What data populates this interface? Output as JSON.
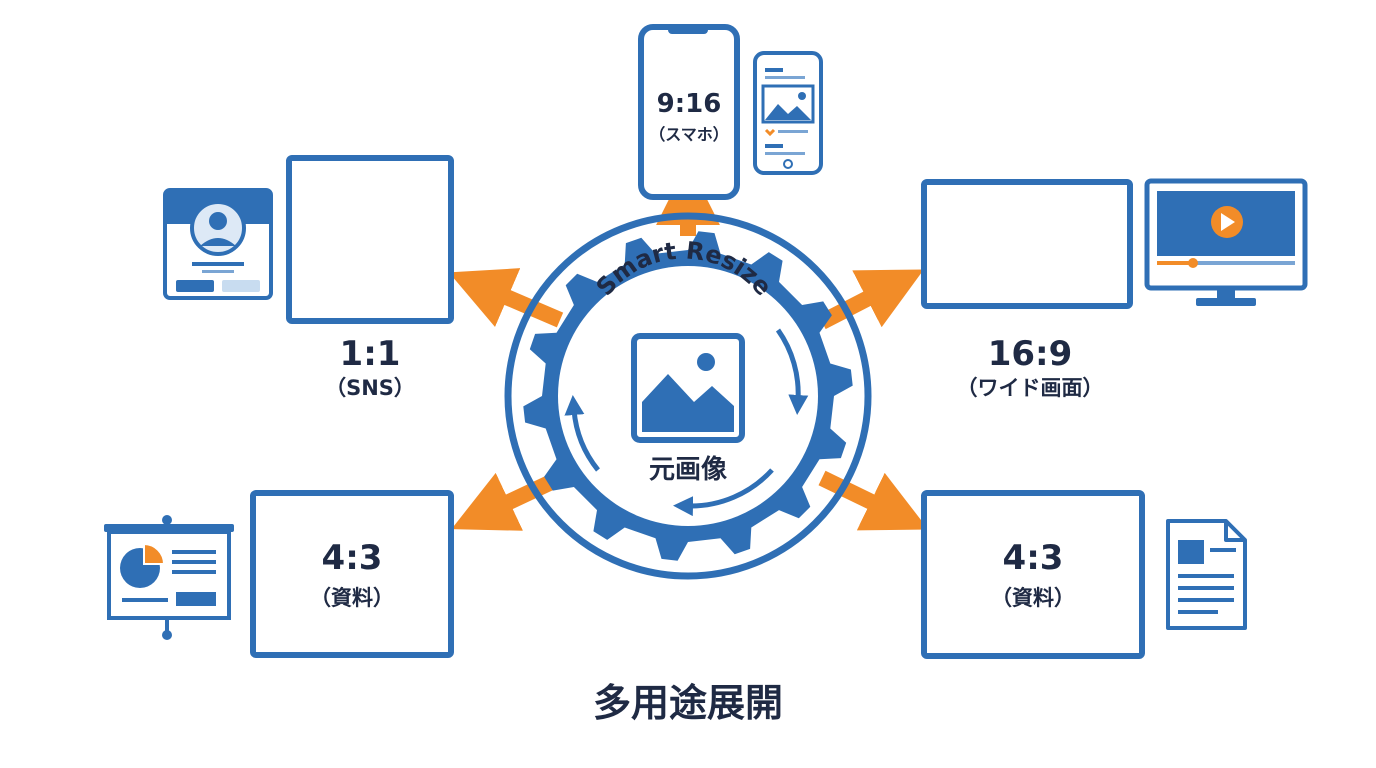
{
  "center": {
    "ring_label": "Smart Resize",
    "source_label": "元画像"
  },
  "formats": {
    "phone": {
      "ratio": "9:16",
      "usage": "（スマホ）"
    },
    "square": {
      "ratio": "1:1",
      "usage": "（SNS）"
    },
    "wide": {
      "ratio": "16:9",
      "usage": "（ワイド画面）"
    },
    "doc_left": {
      "ratio": "4:3",
      "usage": "（資料）"
    },
    "doc_right": {
      "ratio": "4:3",
      "usage": "（資料）"
    }
  },
  "footer": {
    "caption": "多用途展開"
  },
  "colors": {
    "primary": "#2f6fb5",
    "accent": "#f28c28",
    "dark": "#1f2a44",
    "light": "#dde9f6"
  },
  "icons": [
    "social-profile-icon",
    "smartphone-feed-icon",
    "video-monitor-icon",
    "presentation-board-icon",
    "document-icon",
    "image-icon",
    "gear-icon"
  ]
}
